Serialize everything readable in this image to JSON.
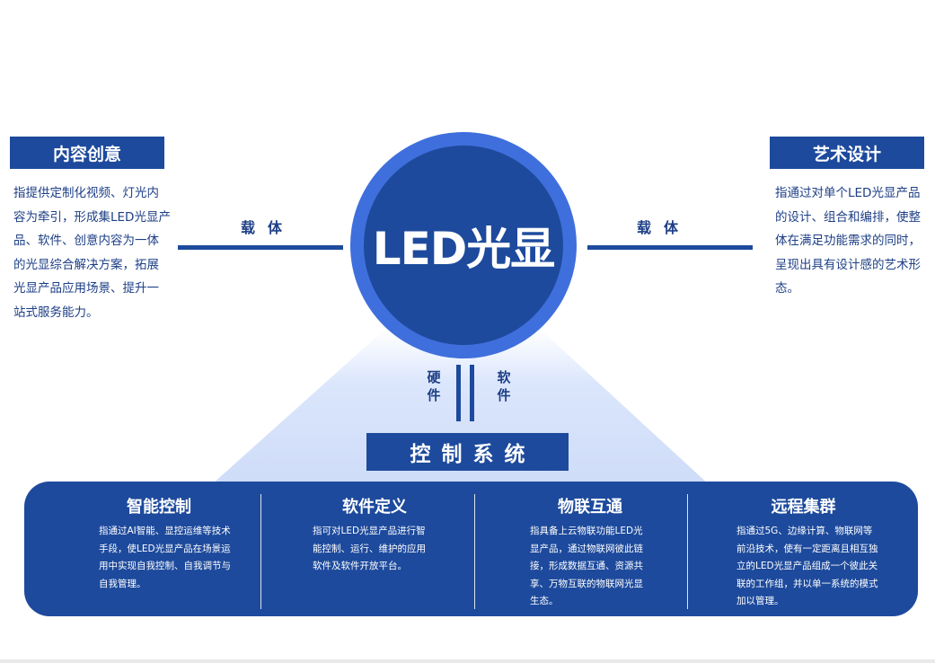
{
  "center": {
    "title": "LED光显"
  },
  "left": {
    "heading": "内容创意",
    "text": "指提供定制化视频、灯光内容为牵引，形成集LED光显产品、软件、创意内容为一体的光显综合解决方案，拓展光显产品应用场景、提升一站式服务能力。",
    "connector_label": "载体"
  },
  "right": {
    "heading": "艺术设计",
    "text": "指通过对单个LED光显产品的设计、组合和编排，使整体在满足功能需求的同时，呈现出具有设计感的艺术形态。",
    "connector_label": "载体"
  },
  "bottom_link": {
    "left_label": "硬件",
    "right_label": "软件"
  },
  "control_system": {
    "heading": "控制系统"
  },
  "columns": [
    {
      "title": "智能控制",
      "text": "指通过AI智能、显控运维等技术手段，使LED光显产品在场景运用中实现自我控制、自我调节与自我管理。"
    },
    {
      "title": "软件定义",
      "text": "指可对LED光显产品进行智能控制、运行、维护的应用软件及软件开放平台。"
    },
    {
      "title": "物联互通",
      "text": "指具备上云物联功能LED光显产品，通过物联网彼此链接，形成数据互通、资源共享、万物互联的物联网光显生态。"
    },
    {
      "title": "远程集群",
      "text": "指通过5G、边缘计算、物联网等前沿技术，使有一定距离且相互独立的LED光显产品组成一个彼此关联的工作组，并以单一系统的模式加以管理。"
    }
  ],
  "colors": {
    "primary": "#1d4a9c",
    "ring": "#3f6fdc",
    "beam": "#d9e4fb",
    "text": "#1d3f86"
  }
}
